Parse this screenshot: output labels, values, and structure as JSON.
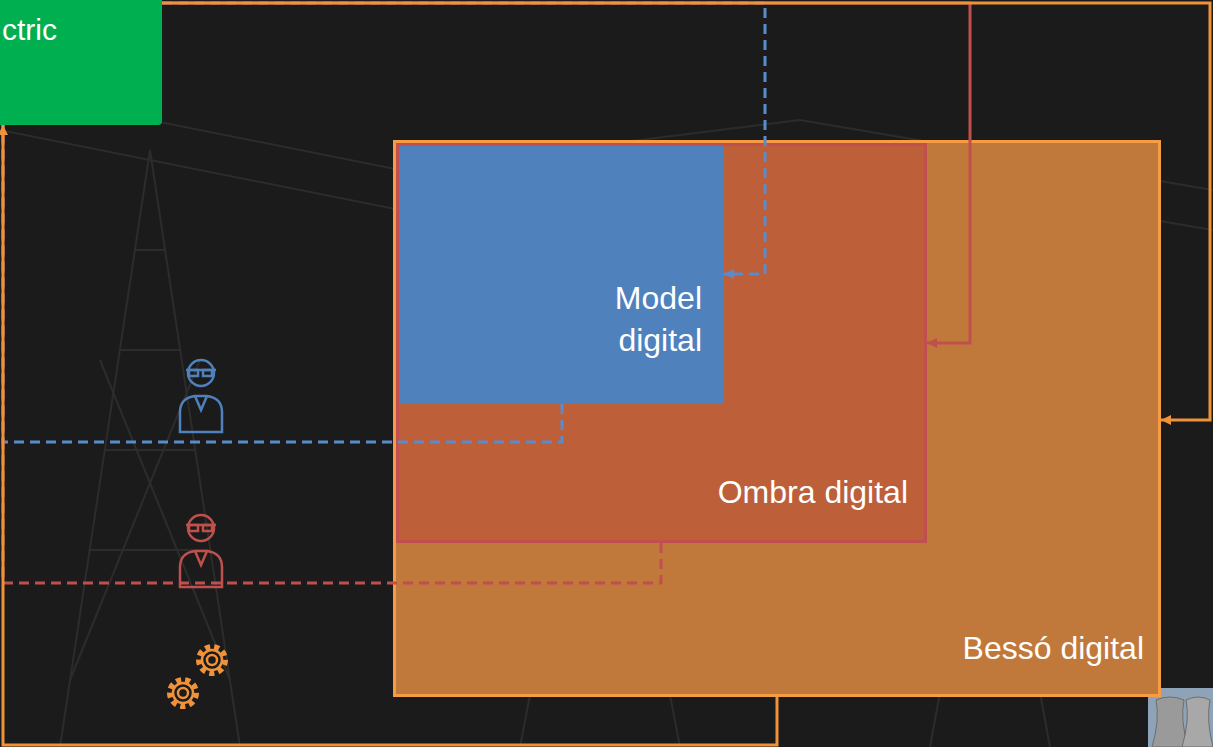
{
  "diagram": {
    "nodes": [
      {
        "text": [
          "ctric"
        ]
      },
      {
        "text": [
          "Bessó digital"
        ]
      },
      {
        "text": [
          "Ombra digital"
        ],
        "in": 1
      },
      {
        "text": [
          "Model digital"
        ],
        "in": 2
      }
    ],
    "edges": [
      {
        "from": 0,
        "to": 3,
        "arrow": "to"
      },
      {
        "from": 3,
        "to": 0,
        "arrow": "none"
      },
      {
        "from": 0,
        "to": 2,
        "arrow": "to"
      },
      {
        "from": 2,
        "to": 0,
        "arrow": "none"
      },
      {
        "from": 0,
        "to": 1,
        "arrow": "to"
      },
      {
        "from": 1,
        "to": 0,
        "arrow": "to"
      }
    ]
  }
}
